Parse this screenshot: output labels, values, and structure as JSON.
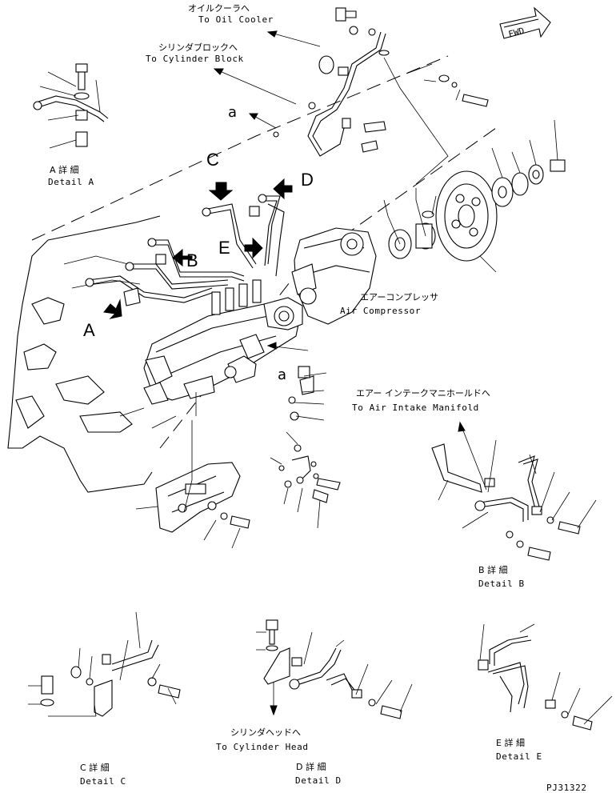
{
  "labels": {
    "oil_cooler_jp": "オイルクーラへ",
    "oil_cooler_en": "To Oil Cooler",
    "cyl_block_jp": "シリンダブロックへ",
    "cyl_block_en": "To Cylinder Block",
    "air_comp_jp": "エアーコンプレッサ",
    "air_comp_en": "Air Compressor",
    "intake_jp": "エアー インテークマニホールドへ",
    "intake_en": "To Air Intake Manifold",
    "cyl_head_jp": "シリンダヘッドへ",
    "cyl_head_en": "To Cylinder Head",
    "fwd": "FWD",
    "drawing_no": "PJ31322"
  },
  "details": {
    "a_jp": "A 詳 細",
    "a_en": "Detail A",
    "b_jp": "B 詳 細",
    "b_en": "Detail B",
    "c_jp": "C 詳 細",
    "c_en": "Detail C",
    "d_jp": "D 詳 細",
    "d_en": "Detail D",
    "e_jp": "E 詳 細",
    "e_en": "Detail E"
  },
  "callouts": {
    "A": "A",
    "B": "B",
    "C": "C",
    "D": "D",
    "E": "E",
    "a_top": "a",
    "a_mid": "a"
  }
}
